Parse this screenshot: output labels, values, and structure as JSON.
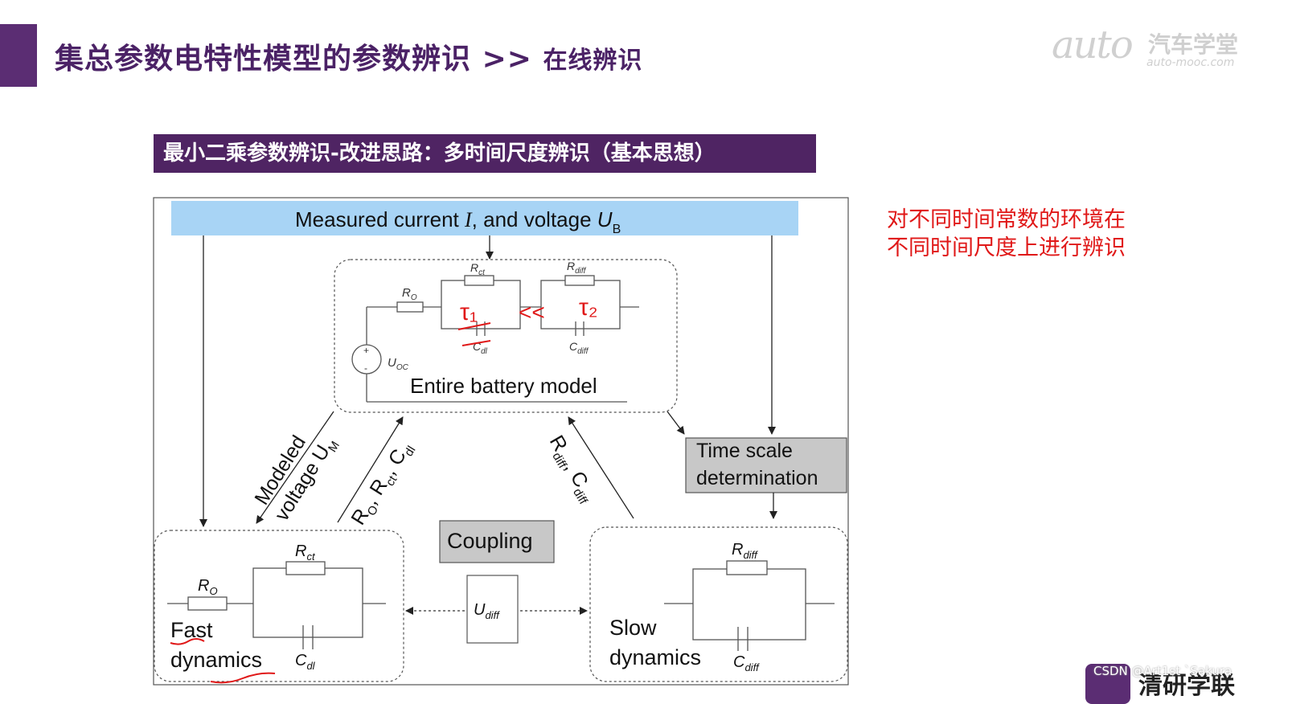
{
  "header": {
    "title": "集总参数电特性模型的参数辨识",
    "separator": ">>",
    "subtitle": "在线辨识"
  },
  "logo": {
    "wordmark": "auto",
    "name": "汽车学堂",
    "url": "auto-mooc.com"
  },
  "banner": "最小二乘参数辨识-改进思路：多时间尺度辨识（基本思想）",
  "note": "对不同时间常数的环境在\n不同时间尺度上进行辨识",
  "diagram": {
    "measured_prefix": "Measured current ",
    "measured_I": "I",
    "measured_mid": ", and voltage ",
    "measured_U": "U",
    "measured_U_sub": "B",
    "entire_label": "Entire battery model",
    "uoc": "U",
    "uoc_sub": "OC",
    "r0": "R",
    "r0_sub": "O",
    "rct": "R",
    "rct_sub": "ct",
    "cdl": "C",
    "cdl_sub": "dl",
    "rdiff": "R",
    "rdiff_sub": "diff",
    "cdiff": "C",
    "cdiff_sub": "diff",
    "tau1": "τ₁",
    "tau_rel": "<<",
    "tau2": "τ₂",
    "modeled_line1": "Modeled",
    "modeled_line2": "voltage U",
    "modeled_sub": "M",
    "fast_params": "R",
    "fast_params_sub1": "O",
    "fast_params_sep1": ", R",
    "fast_params_sub2": "ct",
    "fast_params_sep2": ", C",
    "fast_params_sub3": "dl",
    "slow_params": "R",
    "slow_params_sub1": "diff",
    "slow_params_sep": ", C",
    "slow_params_sub2": "diff",
    "time_scale_line1": "Time scale",
    "time_scale_line2": "determination",
    "coupling": "Coupling",
    "udiff": "U",
    "udiff_sub": "diff",
    "fast_line1": "Fast",
    "fast_line2": "dynamics",
    "slow_line1": "Slow",
    "slow_line2": "dynamics"
  },
  "footer": {
    "watermark": "CSDN @Art1st `Sakura",
    "brand": "清研学联"
  },
  "colors": {
    "accent": "#5b2d73",
    "banner": "#4f2463",
    "measured_bar": "#a8d4f5",
    "grey_box": "#c8c8c8",
    "annotation": "#e01818"
  }
}
